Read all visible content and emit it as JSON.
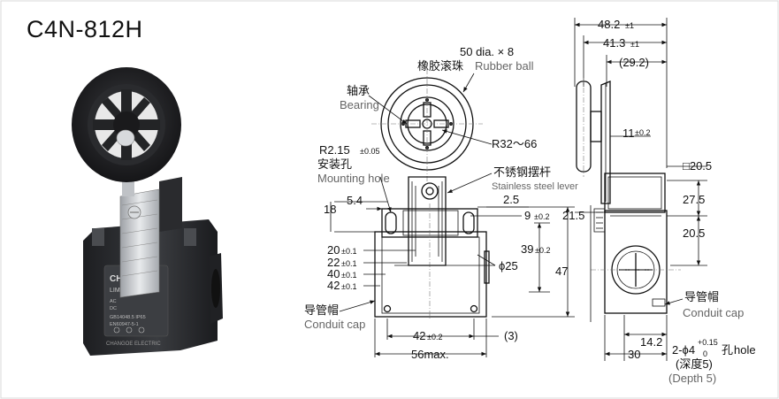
{
  "title": "C4N-812H",
  "photo": {
    "brand": "CHNT",
    "product_line": "LIMIT SWITCH",
    "spec_lines": [
      "AC",
      "DC",
      "GB14048.5 IP65",
      "EN60947-5-1"
    ],
    "maker": "CHANGOE ELECTRIC",
    "colors": {
      "body": "#2b2c2f",
      "wheel": "#1c1c1e",
      "lever": "#c8cbcf"
    }
  },
  "annotations": {
    "ball": {
      "line1": "50 dia. × 8",
      "line2_cn": "橡胶滚珠",
      "line2_en": "Rubber ball"
    },
    "bearing": {
      "cn": "轴承",
      "en": "Bearing"
    },
    "mount": {
      "line1": "R2.15",
      "tol1": "±0.05",
      "cn": "安装孔",
      "en": "Mounting hole"
    },
    "radius": "R32～66",
    "lever": {
      "cn": "不锈钢摆杆",
      "en": "Stainless steel lever"
    },
    "conduit_left": {
      "cn": "导管帽",
      "en": "Conduit cap"
    },
    "conduit_right": {
      "cn": "导管帽",
      "en": "Conduit cap"
    },
    "hole": {
      "prefix": "2-ϕ4",
      "sup": "+0.15",
      "sub": "0",
      "cn": "孔",
      "en": "hole"
    },
    "depth": {
      "cn": "(深度5)",
      "en": "(Depth 5)"
    }
  },
  "dims": {
    "d18": "18",
    "d5_4": "5.4",
    "d2_5": "2.5",
    "d9": "9",
    "d9_tol": "±0.2",
    "d39": "39",
    "d39_tol": "±0.2",
    "d47": "47",
    "phi25": "ϕ25",
    "d20": "20",
    "d22": "22",
    "d40": "40",
    "d42": "42",
    "tol01": "±0.1",
    "d42w": "42",
    "d42w_tol": "±0.2",
    "d3": "(3)",
    "d56": "56max.",
    "d48_2": "48.2",
    "d48_2_tol": "±1",
    "d41_3": "41.3",
    "d41_3_tol": "±1",
    "d29_2": "(29.2)",
    "d11": "11",
    "d11_tol": "±0.2",
    "sq20_5": "□20.5",
    "d27_5": "27.5",
    "d21_5": "21.5",
    "d20_5": "20.5",
    "d14_2": "14.2",
    "d30": "30"
  }
}
